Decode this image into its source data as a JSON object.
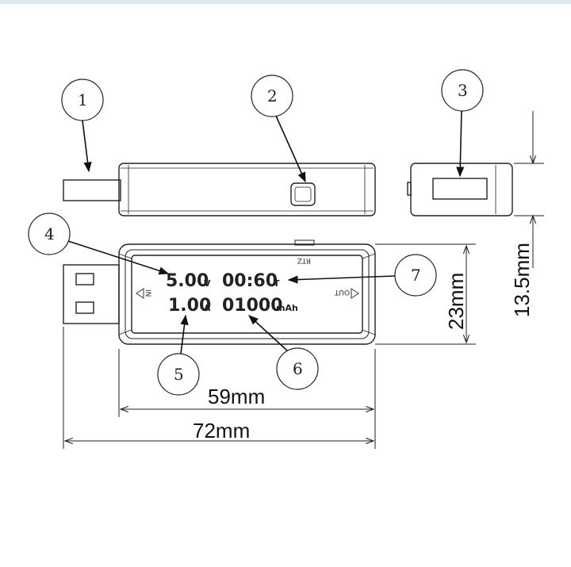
{
  "callouts": [
    "1",
    "2",
    "3",
    "4",
    "5",
    "6",
    "7"
  ],
  "display": {
    "voltage": "5.00",
    "voltage_unit": "V",
    "time": "00:60",
    "time_unit": "T",
    "current": "1.00",
    "current_unit": "A",
    "capacity": "01000",
    "capacity_unit": "mAh",
    "in_label": "IN",
    "out_label": "OUT",
    "brand": "RTZ"
  },
  "dimensions": {
    "inner_width": "59mm",
    "total_width": "72mm",
    "height": "23mm",
    "thickness": "13.5mm"
  }
}
